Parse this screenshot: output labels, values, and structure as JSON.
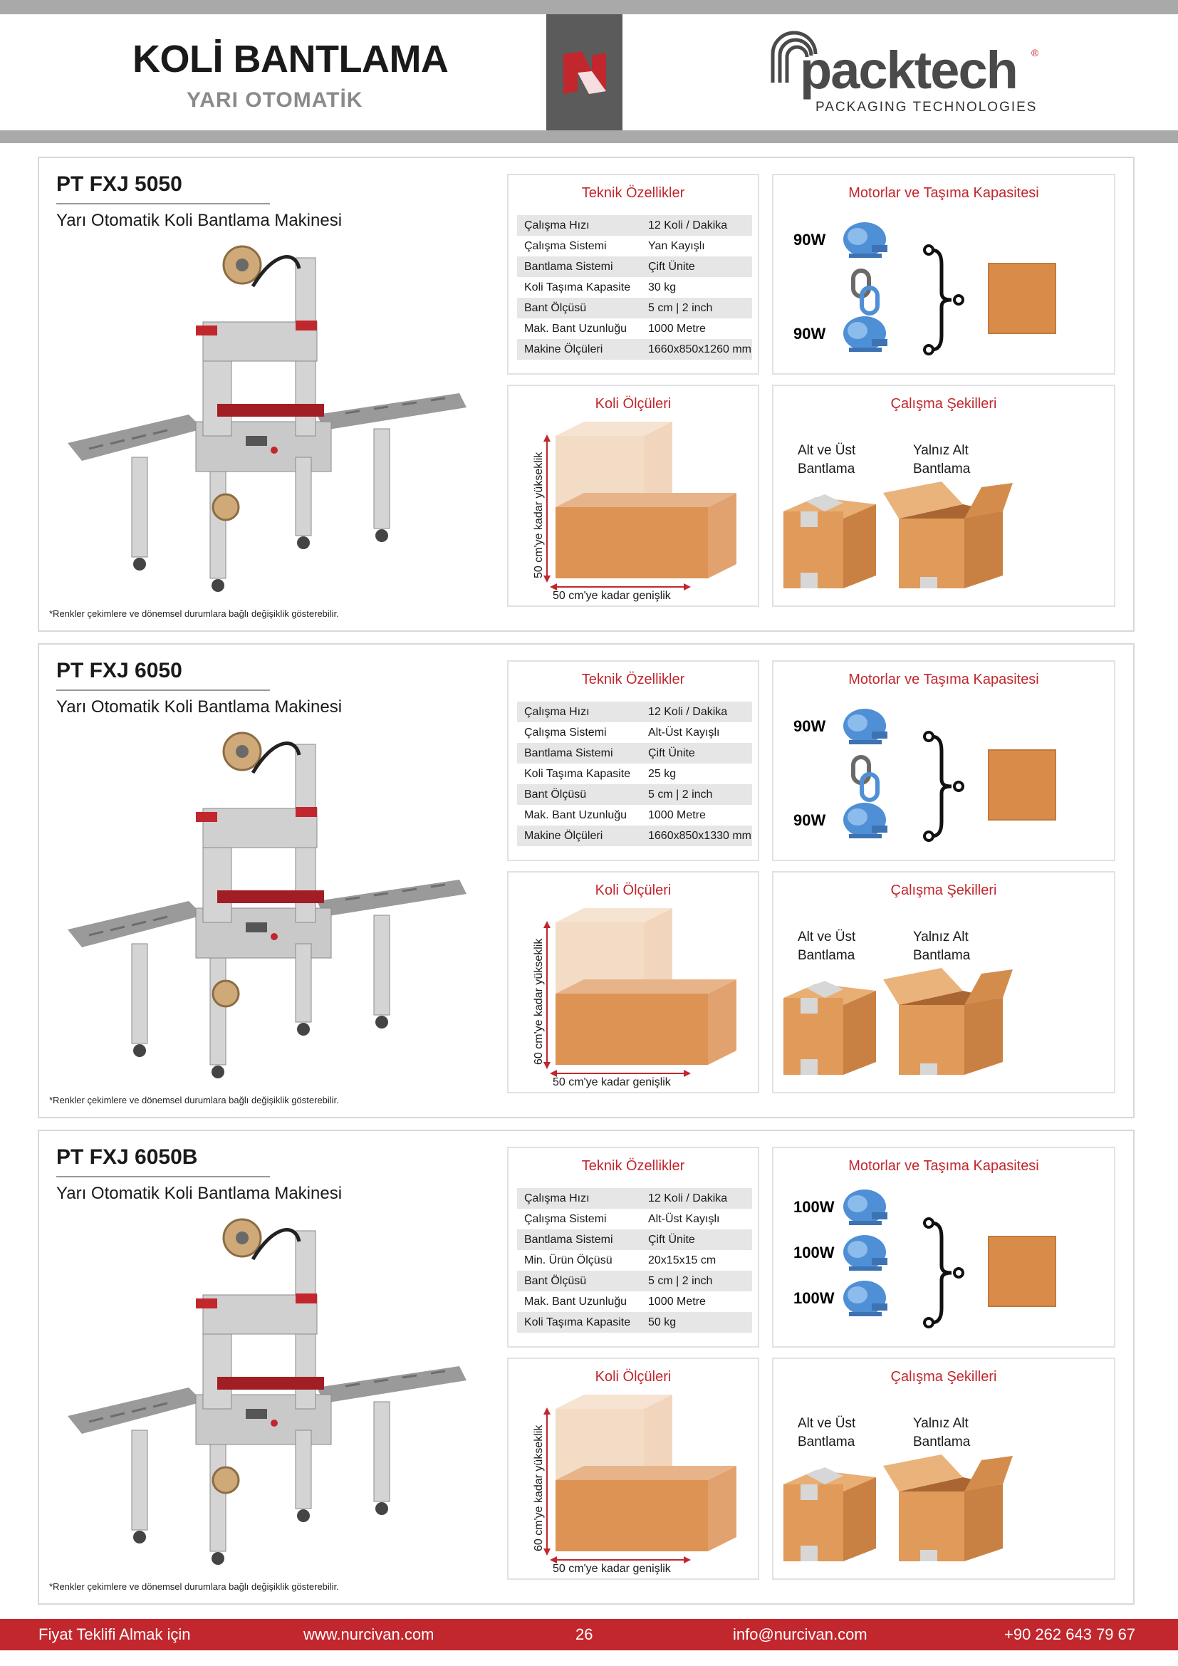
{
  "header": {
    "title": "KOLİ BANTLAMA",
    "subtitle": "YARI OTOMATİK",
    "brand": "packtech",
    "brand_tagline": "PACKAGING TECHNOLOGIES",
    "registered": "®"
  },
  "labels": {
    "specs_title": "Teknik Özellikler",
    "motors_title": "Motorlar ve Taşıma Kapasitesi",
    "dims_title": "Koli Ölçüleri",
    "modes_title": "Çalışma Şekilleri",
    "mode_top_bottom": "Alt ve Üst Bantlama",
    "mode_bottom_only": "Yalnız Alt Bantlama",
    "note": "*Renkler çekimlere ve dönemsel durumlara bağlı değişiklik gösterebilir."
  },
  "products": [
    {
      "model": "PT FXJ 5050",
      "desc": "Yarı Otomatik Koli Bantlama Makinesi",
      "specs": [
        {
          "k": "Çalışma Hızı",
          "v": "12 Koli / Dakika"
        },
        {
          "k": "Çalışma Sistemi",
          "v": "Yan Kayışlı"
        },
        {
          "k": "Bantlama Sistemi",
          "v": "Çift Ünite"
        },
        {
          "k": "Koli Taşıma Kapasite",
          "v": "30 kg"
        },
        {
          "k": "Bant Ölçüsü",
          "v": "5 cm | 2 inch"
        },
        {
          "k": "Mak. Bant Uzunluğu",
          "v": "1000 Metre"
        },
        {
          "k": "Makine Ölçüleri",
          "v": "1660x850x1260 mm"
        }
      ],
      "motors": [
        "90W",
        "90W"
      ],
      "height_label": "50 cm'ye kadar yükseklik",
      "width_label": "50 cm'ye kadar genişlik"
    },
    {
      "model": "PT FXJ 6050",
      "desc": "Yarı Otomatik Koli Bantlama Makinesi",
      "specs": [
        {
          "k": "Çalışma Hızı",
          "v": "12 Koli / Dakika"
        },
        {
          "k": "Çalışma Sistemi",
          "v": "Alt-Üst Kayışlı"
        },
        {
          "k": "Bantlama Sistemi",
          "v": "Çift Ünite"
        },
        {
          "k": "Koli Taşıma Kapasite",
          "v": "25 kg"
        },
        {
          "k": "Bant Ölçüsü",
          "v": "5 cm | 2 inch"
        },
        {
          "k": "Mak. Bant Uzunluğu",
          "v": "1000 Metre"
        },
        {
          "k": "Makine Ölçüleri",
          "v": "1660x850x1330 mm"
        }
      ],
      "motors": [
        "90W",
        "90W"
      ],
      "height_label": "60 cm'ye kadar yükseklik",
      "width_label": "50 cm'ye kadar genişlik"
    },
    {
      "model": "PT FXJ 6050B",
      "desc": "Yarı Otomatik Koli Bantlama Makinesi",
      "specs": [
        {
          "k": "Çalışma Hızı",
          "v": "12 Koli / Dakika"
        },
        {
          "k": "Çalışma Sistemi",
          "v": "Alt-Üst Kayışlı"
        },
        {
          "k": "Bantlama Sistemi",
          "v": "Çift Ünite"
        },
        {
          "k": "Min. Ürün Ölçüsü",
          "v": "20x15x15 cm"
        },
        {
          "k": "Bant Ölçüsü",
          "v": "5 cm | 2 inch"
        },
        {
          "k": "Mak. Bant Uzunluğu",
          "v": "1000 Metre"
        },
        {
          "k": "Koli Taşıma Kapasite",
          "v": "50 kg"
        }
      ],
      "motors": [
        "100W",
        "100W",
        "100W"
      ],
      "height_label": "60 cm'ye kadar yükseklik",
      "width_label": "50 cm'ye kadar genişlik"
    }
  ],
  "footer": {
    "cta": "Fiyat Teklifi Almak için",
    "website": "www.nurcivan.com",
    "page": "26",
    "email": "info@nurcivan.com",
    "phone": "+90 262 643 79 67"
  },
  "colors": {
    "accent": "#c1272d",
    "box": "#d98b4a",
    "box_light": "#f3d9c3",
    "motor": "#4f8fd6",
    "gray_bar": "#a9a9a9"
  }
}
